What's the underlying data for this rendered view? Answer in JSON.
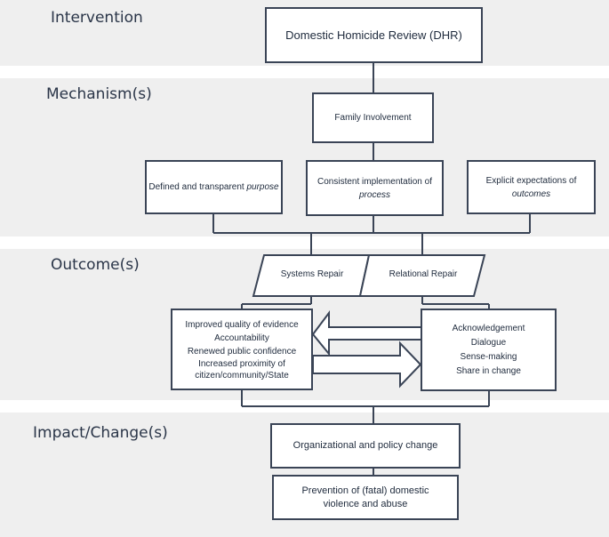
{
  "sections": {
    "intervention": "Intervention",
    "mechanisms": "Mechanism(s)",
    "outcomes": "Outcome(s)",
    "impact": "Impact/Change(s)"
  },
  "intervention_box": "Domestic Homicide Review (DHR)",
  "family_box": "Family Involvement",
  "mechanism_boxes": {
    "purpose_prefix": "Defined and transparent ",
    "purpose_emph": "purpose",
    "process_prefix": "Consistent implementation of",
    "process_emph": "process",
    "outcomes_prefix": "Explicit expectations of",
    "outcomes_emph": "outcomes"
  },
  "repairs": {
    "systems": "Systems Repair",
    "relational": "Relational Repair"
  },
  "systems_outcomes": [
    "Improved quality of evidence",
    "Accountability",
    "Renewed public confidence",
    "Increased proximity of",
    "citizen/community/State"
  ],
  "relational_outcomes": [
    "Acknowledgement",
    "Dialogue",
    "Sense-making",
    "Share in change"
  ],
  "impact_boxes": {
    "organizational": "Organizational and policy change",
    "prevention_line1": "Prevention of (fatal) domestic",
    "prevention_line2": "violence and abuse"
  },
  "colors": {
    "band": "#efefef",
    "border": "#3a4456",
    "text": "#1e2a3c"
  }
}
